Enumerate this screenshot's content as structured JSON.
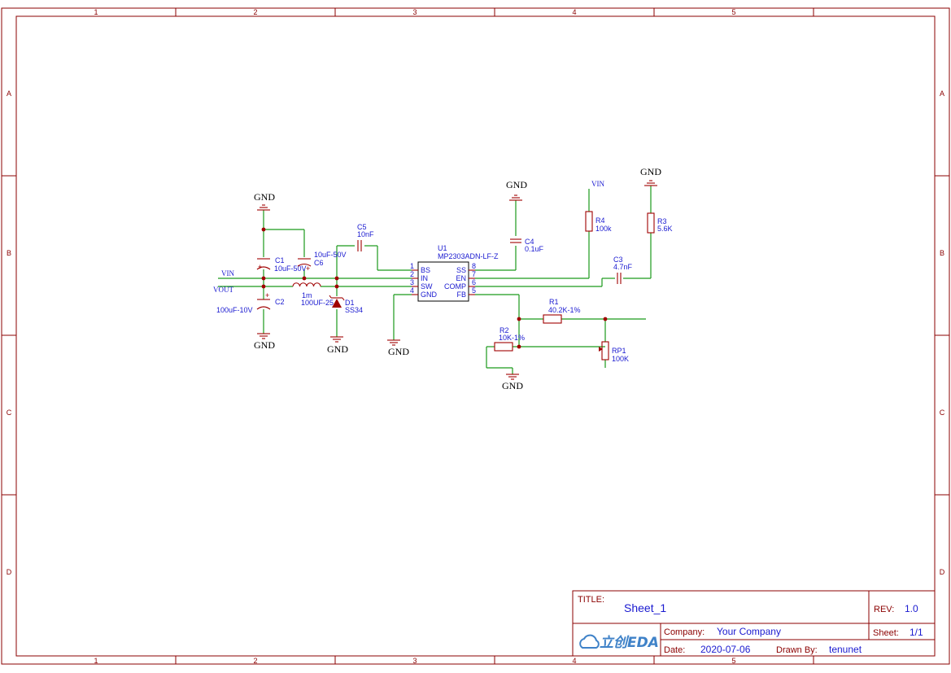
{
  "frame": {
    "col_labels": [
      "1",
      "2",
      "3",
      "4",
      "5"
    ],
    "row_labels": [
      "A",
      "B",
      "C",
      "D"
    ]
  },
  "nets": {
    "vin_left": "VIN",
    "vout": "VOUT",
    "vin_top": "VIN",
    "gnd": "GND"
  },
  "components": {
    "c1": {
      "ref": "C1",
      "value": "10uF-50V"
    },
    "c6": {
      "ref": "C6",
      "value": "10uF-50V"
    },
    "c2": {
      "ref": "C2",
      "value": "100uF-10V"
    },
    "c5": {
      "ref": "C5",
      "value": "10nF"
    },
    "c4": {
      "ref": "C4",
      "value": "0.1uF"
    },
    "c3": {
      "ref": "C3",
      "value": "4.7nF"
    },
    "l1": {
      "value": "1m",
      "extra": "100UF-25"
    },
    "d1": {
      "ref": "D1",
      "value": "SS34"
    },
    "u1": {
      "ref": "U1",
      "value": "MP2303ADN-LF-Z",
      "left_pins": [
        {
          "num": "1",
          "name": "BS"
        },
        {
          "num": "2",
          "name": "IN"
        },
        {
          "num": "3",
          "name": "SW"
        },
        {
          "num": "4",
          "name": "GND"
        }
      ],
      "right_pins": [
        {
          "num": "8",
          "name": "SS"
        },
        {
          "num": "7",
          "name": "EN"
        },
        {
          "num": "6",
          "name": "COMP"
        },
        {
          "num": "5",
          "name": "FB"
        }
      ]
    },
    "r4": {
      "ref": "R4",
      "value": "100k"
    },
    "r3": {
      "ref": "R3",
      "value": "5.6K"
    },
    "r1": {
      "ref": "R1",
      "value": "40.2K-1%"
    },
    "r2": {
      "ref": "R2",
      "value": "10K-1%"
    },
    "rp1": {
      "ref": "RP1",
      "value": "100K"
    }
  },
  "title_block": {
    "title_label": "TITLE:",
    "title": "Sheet_1",
    "rev_label": "REV:",
    "rev": "1.0",
    "company_label": "Company:",
    "company": "Your Company",
    "sheet_label": "Sheet:",
    "sheet": "1/1",
    "date_label": "Date:",
    "date": "2020-07-06",
    "drawn_label": "Drawn By:",
    "drawn_by": "tenunet",
    "logo_text": "立创EDA"
  },
  "colors": {
    "frame": "#8b0000",
    "wire": "#1a9a1a",
    "part": "#a00000",
    "text": "#1a1ad0"
  }
}
